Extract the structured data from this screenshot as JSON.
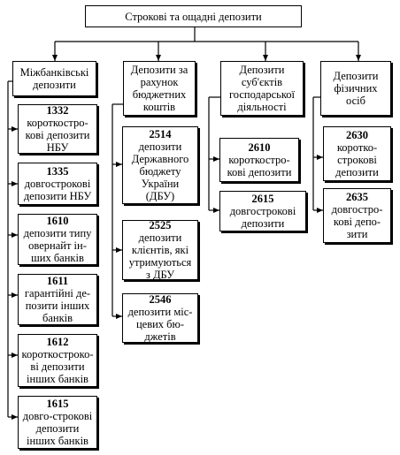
{
  "root": {
    "label": "Строкові та ощадні депозити"
  },
  "categories": [
    {
      "label": "Міжбанківські депозити"
    },
    {
      "label": "Депозити за рахунок бюджетних коштів"
    },
    {
      "label": "Депозити суб'єктів господарської діяльності"
    },
    {
      "label": "Депозити фізичних осіб"
    }
  ],
  "interbank": [
    {
      "code": "1332",
      "text": "короткостро-кові депозити НБУ"
    },
    {
      "code": "1335",
      "text": "довгострокові депозити НБУ"
    },
    {
      "code": "1610",
      "text": "депозити типу овернайт ін-ших банків"
    },
    {
      "code": "1611",
      "text": "гарантійні де-позити інших банків"
    },
    {
      "code": "1612",
      "text": "короткостроко-ві депозити інших банків"
    },
    {
      "code": "1615",
      "text": "довго-строкові депозити інших банків"
    }
  ],
  "budget": [
    {
      "code": "2514",
      "text": "депозити Державного бюджету України (ДБУ)"
    },
    {
      "code": "2525",
      "text": "депозити клієнтів, які утримуються з ДБУ"
    },
    {
      "code": "2546",
      "text": "депозити міс-цевих бю-джетів"
    }
  ],
  "business": [
    {
      "code": "2610",
      "text": "короткостро-кові депозити"
    },
    {
      "code": "2615",
      "text": "довгострокові депозити"
    }
  ],
  "individuals": [
    {
      "code": "2630",
      "text": "коротко-строкові депозити"
    },
    {
      "code": "2635",
      "text": "довгостро-кові депо-зити"
    }
  ]
}
